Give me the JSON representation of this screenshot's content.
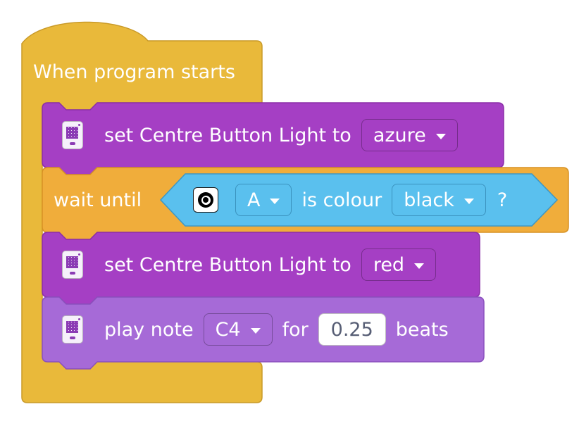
{
  "colors": {
    "events": "#e9b93a",
    "light": "#a53fc4",
    "control": "#f0ad3b",
    "sensor": "#5ac0ee",
    "sound": "#a66ad7"
  },
  "hat": {
    "label": "When program starts"
  },
  "blocks": [
    {
      "icon": "hub-light-icon",
      "label": "set Centre Button Light to",
      "color_value": "azure"
    },
    {
      "label": "wait until",
      "condition": {
        "icon": "color-sensor-icon",
        "port": "A",
        "mid_label": "is colour",
        "color_value": "black",
        "suffix": "?"
      }
    },
    {
      "icon": "hub-light-icon",
      "label": "set Centre Button Light to",
      "color_value": "red"
    },
    {
      "icon": "hub-sound-icon",
      "label": "play note",
      "note": "C4",
      "for_label": "for",
      "beats_value": "0.25",
      "beats_label": "beats"
    }
  ]
}
